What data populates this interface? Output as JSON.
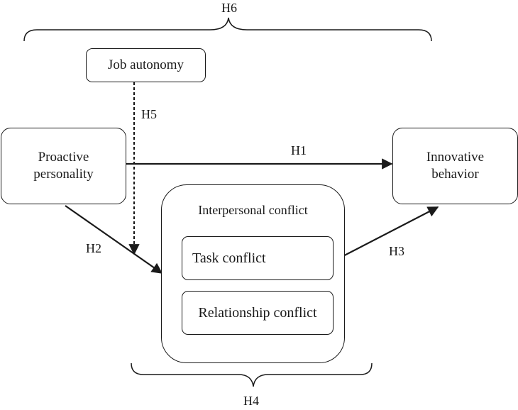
{
  "nodes": {
    "job_autonomy": "Job autonomy",
    "proactive_personality": "Proactive\npersonality",
    "innovative_behavior": "Innovative\nbehavior",
    "interpersonal_conflict": "Interpersonal conflict",
    "task_conflict": "Task conflict",
    "relationship_conflict": "Relationship conflict"
  },
  "hypotheses": {
    "h1": "H1",
    "h2": "H2",
    "h3": "H3",
    "h4": "H4",
    "h5": "H5",
    "h6": "H6"
  },
  "colors": {
    "stroke": "#1a1a1a",
    "background": "#ffffff"
  }
}
